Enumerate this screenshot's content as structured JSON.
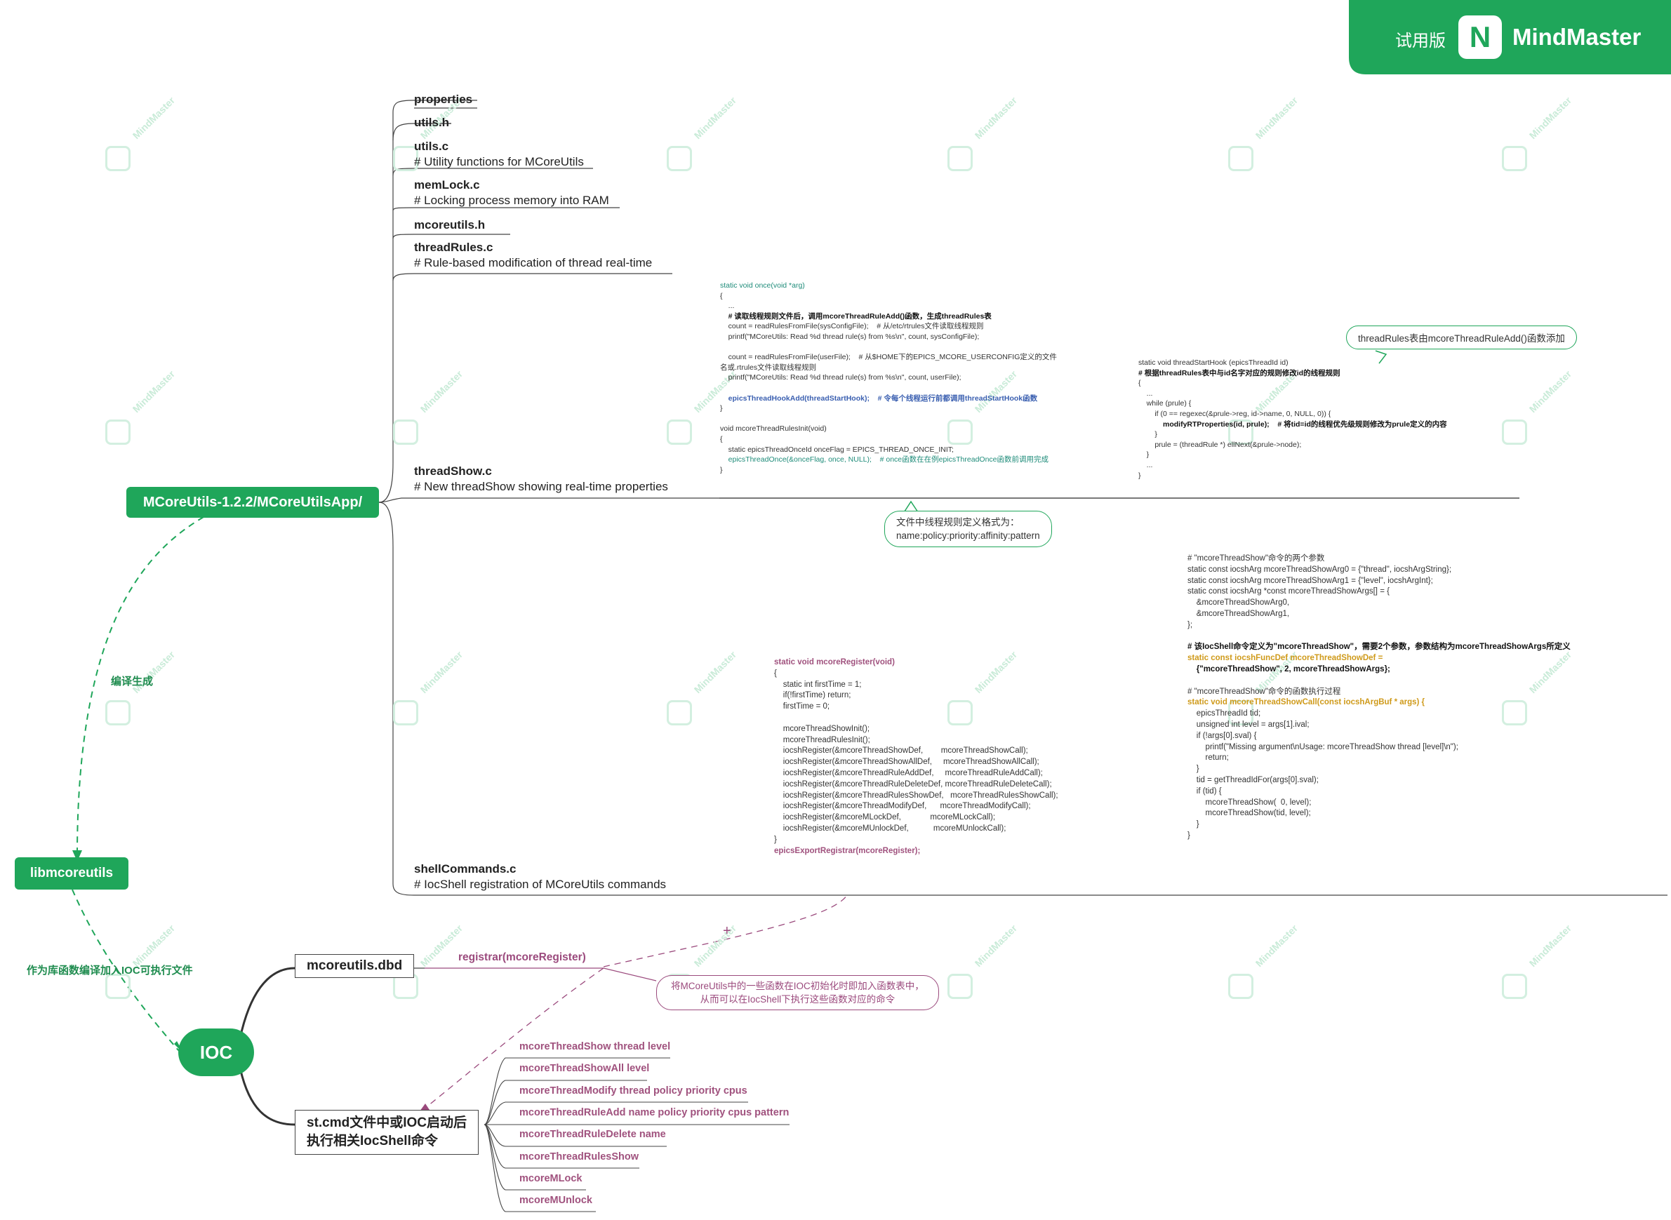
{
  "brand": {
    "trial": "试用版",
    "name": "MindMaster",
    "logo_letter": "N",
    "color": "#1fa65a"
  },
  "watermark": "MindMaster",
  "nodes": {
    "app": "MCoreUtils-1.2.2/MCoreUtilsApp/",
    "lib": "libmcoreutils",
    "ioc": "IOC",
    "dbd": "mcoreutils.dbd",
    "stcmd_line1": "st.cmd文件中或IOC启动后",
    "stcmd_line2": "执行相关IocShell命令"
  },
  "edge_labels": {
    "compile": "编译生成",
    "lib_to_ioc": "作为库函数编译加入IOC可执行文件",
    "registrar": "registrar(mcoreRegister)",
    "plus": "+"
  },
  "files": [
    {
      "name": "properties",
      "desc": ""
    },
    {
      "name": "utils.h",
      "desc": ""
    },
    {
      "name": "utils.c",
      "desc": "# Utility functions for MCoreUtils"
    },
    {
      "name": "memLock.c",
      "desc": "# Locking process memory into RAM"
    },
    {
      "name": "mcoreutils.h",
      "desc": ""
    },
    {
      "name": "threadRules.c",
      "desc": "# Rule-based modification of thread real-time"
    },
    {
      "name": "threadShow.c",
      "desc": "# New threadShow showing real-time properties"
    },
    {
      "name": "shellCommands.c",
      "desc": "# IocShell registration of MCoreUtils commands"
    }
  ],
  "callouts": {
    "thread_rules_add": "threadRules表由mcoreThreadRuleAdd()函数添加",
    "rule_format_1": "文件中线程规则定义格式为：",
    "rule_format_2": "name:policy:priority:affinity:pattern",
    "register_note_1": "将MCoreUtils中的一些函数在IOC初始化时即加入函数表中，",
    "register_note_2": "从而可以在IocShell下执行这些函数对应的命令"
  },
  "commands": [
    "mcoreThreadShow thread level",
    "mcoreThreadShowAll level",
    "mcoreThreadModify thread policy priority cpus",
    "mcoreThreadRuleAdd name policy priority cpus pattern",
    "mcoreThreadRuleDelete name",
    "mcoreThreadRulesShow",
    "mcoreMLock",
    "mcoreMUnlock"
  ],
  "code": {
    "once": [
      "static void once(void *arg)",
      "{",
      "    ...",
      "    # 读取线程规则文件后，调用mcoreThreadRuleAdd()函数，生成threadRules表",
      "    count = readRulesFromFile(sysConfigFile);    # 从/etc/rtrules文件读取线程规则",
      "    printf(\"MCoreUtils: Read %d thread rule(s) from %s\\n\", count, sysConfigFile);",
      "",
      "    count = readRulesFromFile(userFile);    # 从$HOME下的EPICS_MCORE_USERCONFIG定义的文件",
      "名或.rtrules文件读取线程规则",
      "    printf(\"MCoreUtils: Read %d thread rule(s) from %s\\n\", count, userFile);",
      "",
      "    epicsThreadHookAdd(threadStartHook);    # 令每个线程运行前都调用threadStartHook函数",
      "}",
      "",
      "void mcoreThreadRulesInit(void)",
      "{",
      "    static epicsThreadOnceId onceFlag = EPICS_THREAD_ONCE_INIT;",
      "    epicsThreadOnce(&onceFlag, once, NULL);    # once函数在在例epicsThreadOnce函数前调用完成",
      "}"
    ],
    "hook": [
      "static void threadStartHook (epicsThreadId id)",
      "# 根据threadRules表中与id名字对应的规则修改id的线程规则",
      "{",
      "    ...",
      "    while (prule) {",
      "        if (0 == regexec(&prule->reg, id->name, 0, NULL, 0)) {",
      "            modifyRTProperties(id, prule);    # 将tid=id的线程优先级规则修改为prule定义的内容",
      "        }",
      "        prule = (threadRule *) ellNext(&prule->node);",
      "    }",
      "    ...",
      "}"
    ],
    "register": [
      "static void mcoreRegister(void)",
      "{",
      "    static int firstTime = 1;",
      "    if(!firstTime) return;",
      "    firstTime = 0;",
      "",
      "    mcoreThreadShowInit();",
      "    mcoreThreadRulesInit();",
      "    iocshRegister(&mcoreThreadShowDef,        mcoreThreadShowCall);",
      "    iocshRegister(&mcoreThreadShowAllDef,     mcoreThreadShowAllCall);",
      "    iocshRegister(&mcoreThreadRuleAddDef,     mcoreThreadRuleAddCall);",
      "    iocshRegister(&mcoreThreadRuleDeleteDef, mcoreThreadRuleDeleteCall);",
      "    iocshRegister(&mcoreThreadRulesShowDef,   mcoreThreadRulesShowCall);",
      "    iocshRegister(&mcoreThreadModifyDef,      mcoreThreadModifyCall);",
      "    iocshRegister(&mcoreMLockDef,             mcoreMLockCall);",
      "    iocshRegister(&mcoreMUnlockDef,           mcoreMUnlockCall);",
      "}",
      "epicsExportRegistrar(mcoreRegister);"
    ],
    "show": [
      "# \"mcoreThreadShow\"命令的两个参数",
      "static const iocshArg mcoreThreadShowArg0 = {\"thread\", iocshArgString};",
      "static const iocshArg mcoreThreadShowArg1 = {\"level\", iocshArgInt};",
      "static const iocshArg *const mcoreThreadShowArgs[] = {",
      "    &mcoreThreadShowArg0,",
      "    &mcoreThreadShowArg1,",
      "};",
      "",
      "# 该IocShell命令定义为\"mcoreThreadShow\"，需要2个参数，参数结构为mcoreThreadShowArgs所定义",
      "static const iocshFuncDef mcoreThreadShowDef =",
      "    {\"mcoreThreadShow\", 2, mcoreThreadShowArgs};",
      "",
      "# \"mcoreThreadShow\"命令的函数执行过程",
      "static void mcoreThreadShowCall(const iocshArgBuf * args) {",
      "    epicsThreadId tid;",
      "    unsigned int level = args[1].ival;",
      "    if (!args[0].sval) {",
      "        printf(\"Missing argument\\nUsage: mcoreThreadShow thread [level]\\n\");",
      "        return;",
      "    }",
      "    tid = getThreadIdFor(args[0].sval);",
      "    if (tid) {",
      "        mcoreThreadShow(  0, level);",
      "        mcoreThreadShow(tid, level);",
      "    }",
      "}"
    ]
  }
}
